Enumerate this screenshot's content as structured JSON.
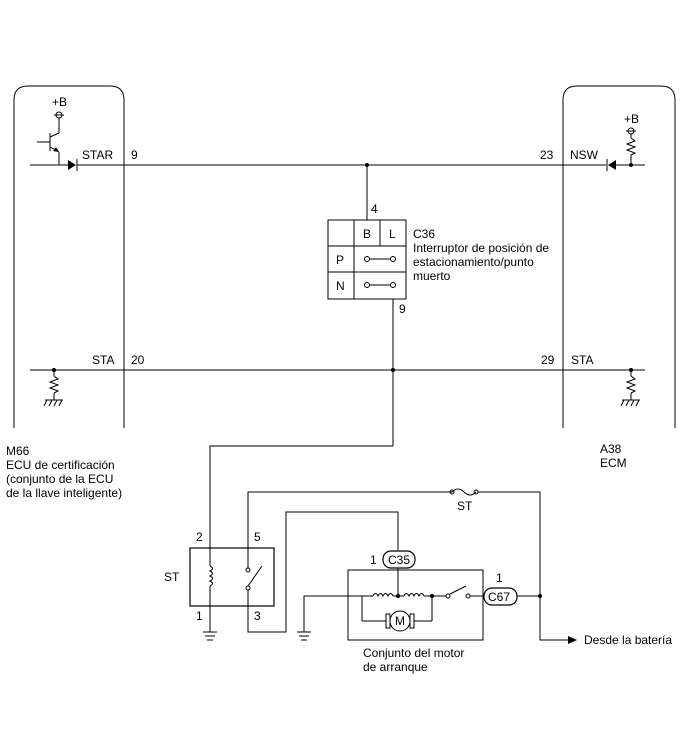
{
  "ecu_left": {
    "code": "M66",
    "name_lines": [
      "ECU de certificación",
      "(conjunto de la ECU",
      "de la llave inteligente)"
    ],
    "supply": "+B",
    "star_signal": "STAR",
    "star_pin": "9",
    "sta_signal": "STA",
    "sta_pin": "20"
  },
  "ecu_right": {
    "code": "A38",
    "name": "ECM",
    "supply": "+B",
    "nsw_signal": "NSW",
    "nsw_pin": "23",
    "sta_signal": "STA",
    "sta_pin": "29"
  },
  "park_switch": {
    "code": "C36",
    "name_lines": [
      "Interruptor de posición de",
      "estacionamiento/punto",
      "muerto"
    ],
    "pin_in": "4",
    "pin_out": "9",
    "col_headers": [
      "B",
      "L"
    ],
    "rows": [
      "P",
      "N"
    ]
  },
  "st_relay": {
    "label": "ST",
    "pins": [
      "2",
      "5",
      "1",
      "3"
    ]
  },
  "fuse": {
    "label": "ST"
  },
  "starter": {
    "connector_a": "C35",
    "connector_a_pin": "1",
    "connector_b": "C67",
    "connector_b_pin": "1",
    "motor_symbol": "M",
    "name_lines": [
      "Conjunto del motor",
      "de arranque"
    ]
  },
  "battery_label": "Desde la batería"
}
